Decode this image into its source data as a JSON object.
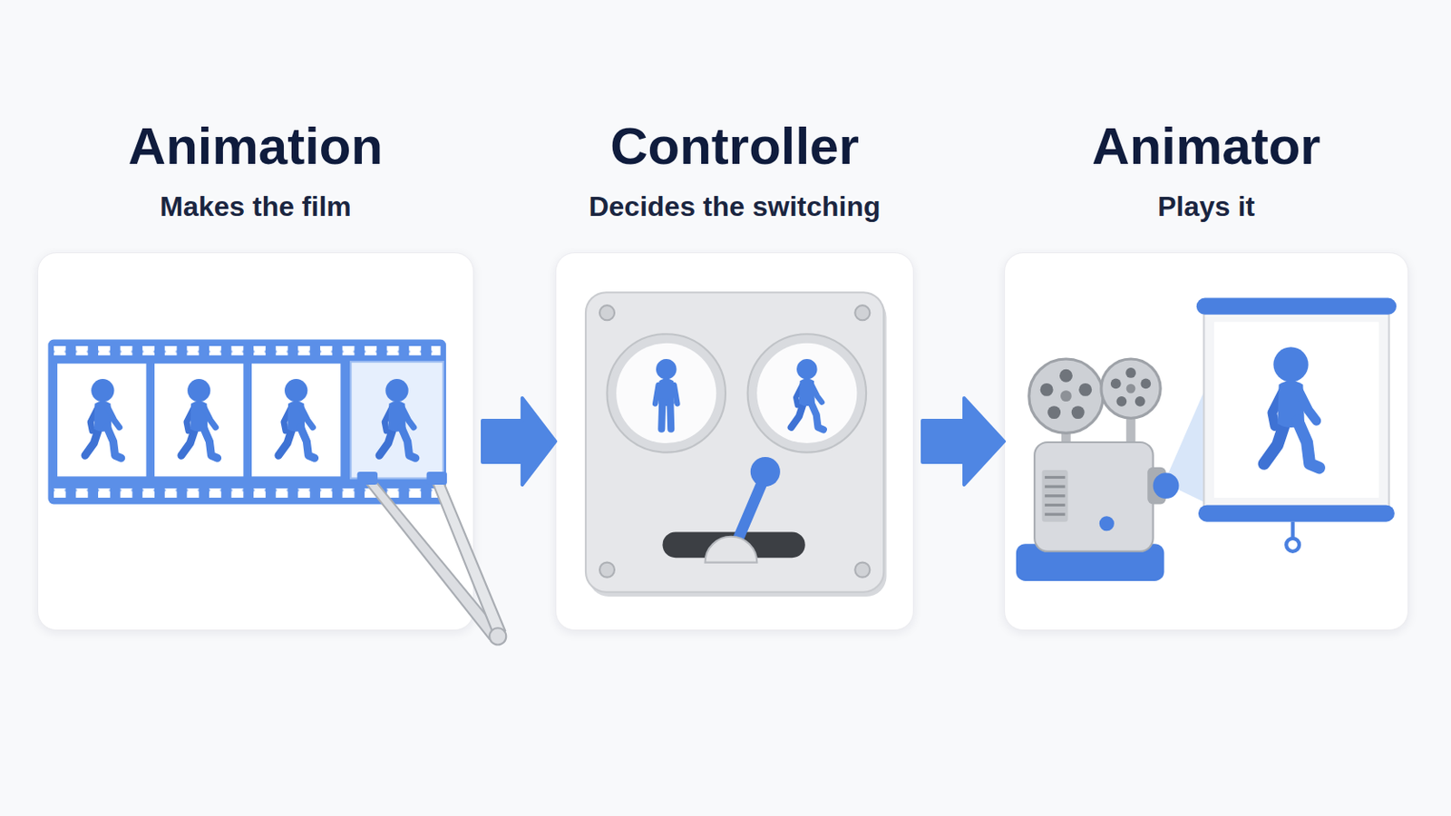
{
  "diagram": {
    "nodes": [
      {
        "text": [
          "Animation",
          "Makes the film"
        ]
      },
      {
        "text": [
          "Controller",
          "Decides the switching"
        ]
      },
      {
        "text": [
          "Animator",
          "Plays it"
        ]
      }
    ],
    "edges": [
      {
        "from": 0,
        "to": 1,
        "arrow": "to"
      },
      {
        "from": 1,
        "to": 2,
        "arrow": "to"
      }
    ]
  }
}
